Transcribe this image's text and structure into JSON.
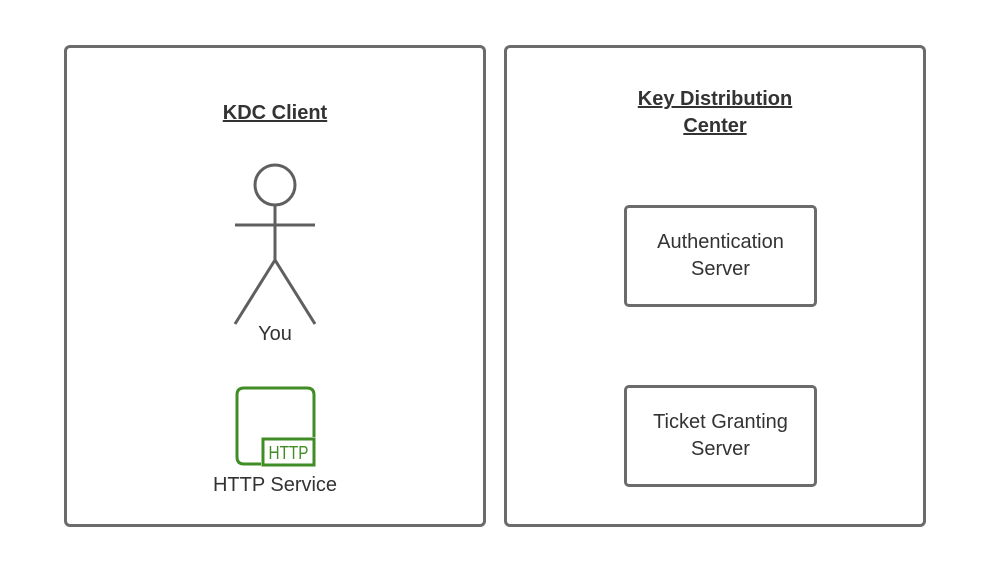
{
  "client": {
    "title": "KDC Client",
    "actor_label": "You",
    "service_label": "HTTP Service",
    "service_icon_text": "HTTP"
  },
  "kdc": {
    "title_line1": "Key Distribution",
    "title_line2": "Center",
    "servers": [
      {
        "line1": "Authentication",
        "line2": "Server"
      },
      {
        "line1": "Ticket Granting",
        "line2": "Server"
      }
    ]
  },
  "colors": {
    "border": "#6b6b6b",
    "http_icon": "#3f8d24",
    "text": "#333333"
  }
}
